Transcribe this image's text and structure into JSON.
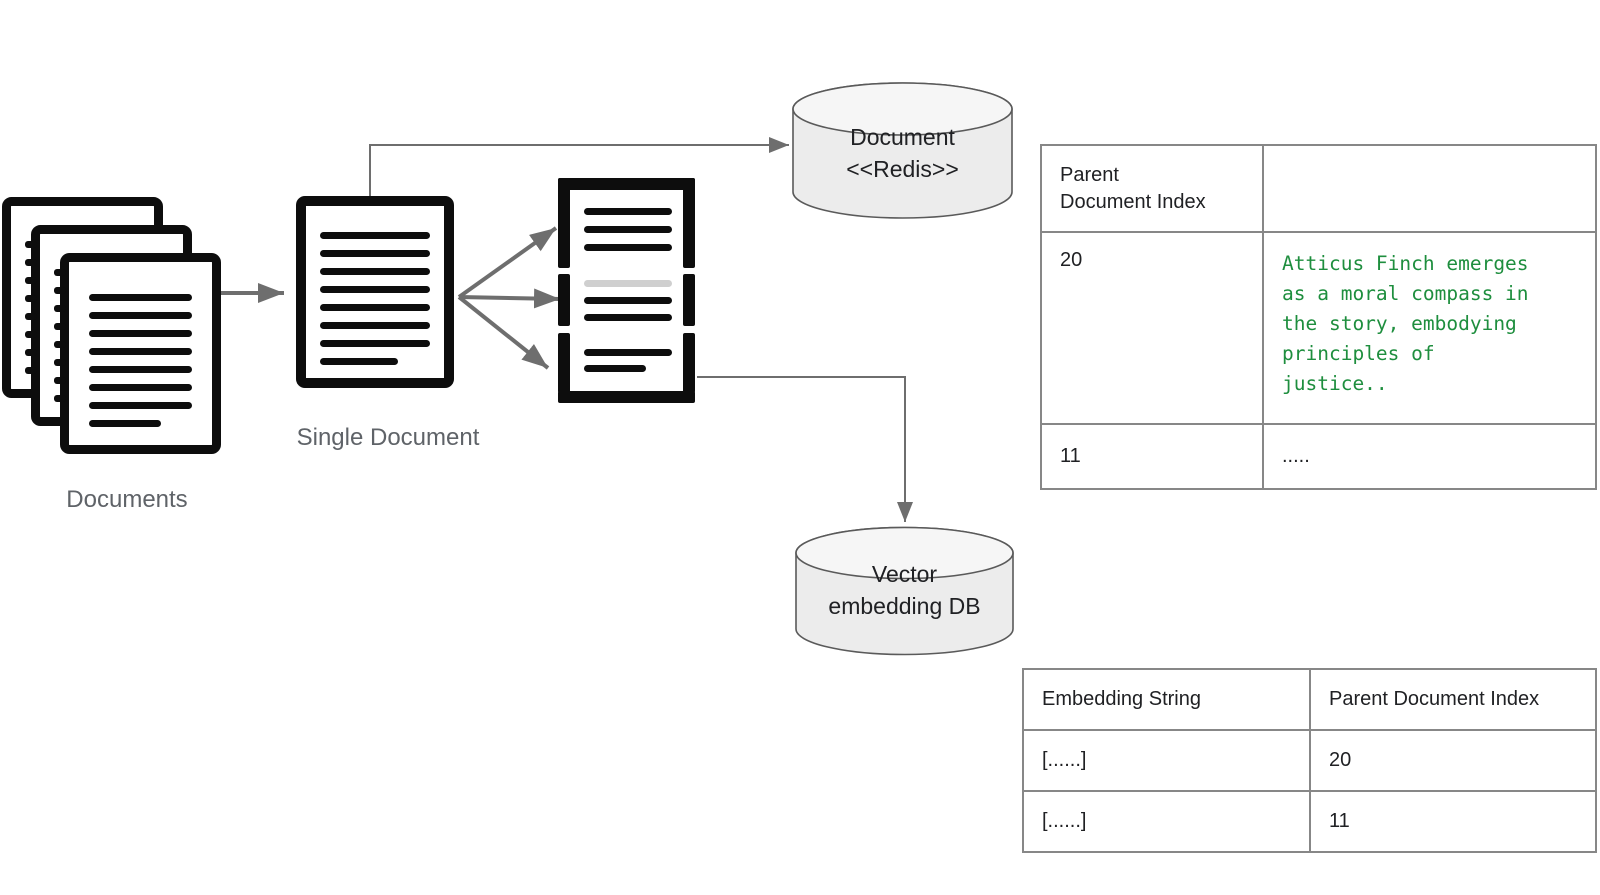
{
  "diagram": {
    "documents_label": "Documents",
    "single_document_label": "Single Document",
    "redis_db": {
      "line1": "Document",
      "line2": "&lt;&lt;Redis&gt;&gt;",
      "text_line1": "Document",
      "text_line2": "<<Redis>>"
    },
    "vector_db": {
      "text_line1": "Vector",
      "text_line2": "embedding DB"
    }
  },
  "parent_table": {
    "header": [
      "Parent Document Index",
      ""
    ],
    "rows": [
      {
        "index": "20",
        "content": "Atticus Finch emerges as a moral compass in the story, embodying principles of justice.."
      },
      {
        "index": "11",
        "content": "....."
      }
    ]
  },
  "embedding_table": {
    "header": [
      "Embedding String",
      "Parent Document Index"
    ],
    "rows": [
      {
        "embedding": "[......]",
        "index": "20"
      },
      {
        "embedding": "[......]",
        "index": "11"
      }
    ]
  },
  "colors": {
    "code_green": "#1e8e3e",
    "connector_gray": "#6e6e6e",
    "icon_black": "#0d0d0d",
    "table_border": "#878787",
    "label_gray": "#5f6368",
    "cylinder_fill": "#ececec",
    "cylinder_top_fill": "#f6f6f6",
    "cylinder_stroke": "#5a5a5a"
  }
}
